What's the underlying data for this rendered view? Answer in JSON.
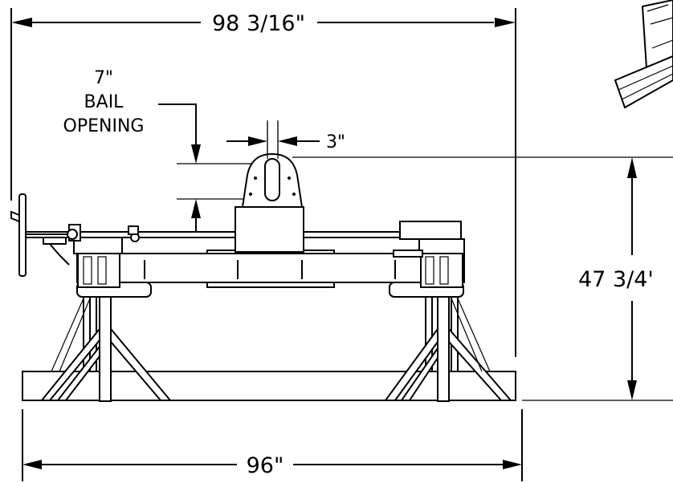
{
  "dimensions": {
    "overall_width": "98 3/16\"",
    "bail_opening_value": "7\"",
    "bail_opening_line1": "BAIL",
    "bail_opening_line2": "OPENING",
    "bail_width": "3\"",
    "height": "47 3/4'",
    "base_width": "96\""
  }
}
